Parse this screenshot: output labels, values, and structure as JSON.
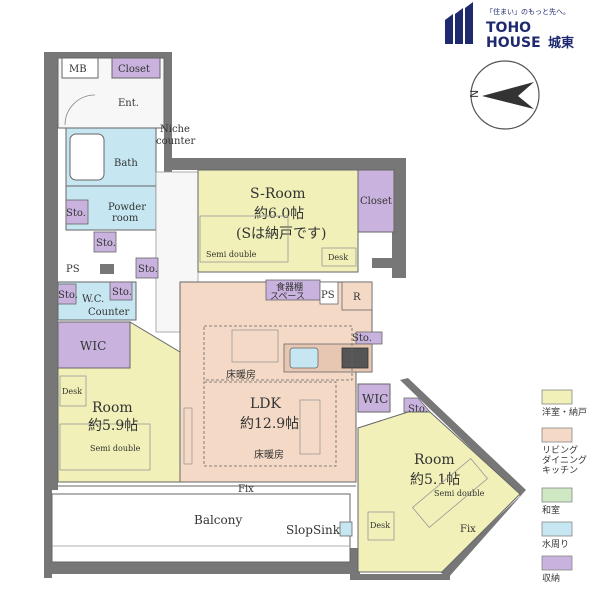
{
  "brand": {
    "tagline": "「住まい」のもっと先へ。",
    "name_line1": "TOHO",
    "name_line2": "HOUSE",
    "branch": "城東",
    "color": "#1f2a6e"
  },
  "compass": {
    "north_label": "N"
  },
  "rooms": {
    "mb": "MB",
    "closet_entry": "Closet",
    "entrance": "Ent.",
    "niche": "Niche",
    "counter": "counter",
    "bath": "Bath",
    "powder_line1": "Powder",
    "powder_line2": "room",
    "sto": "Sto.",
    "ps": "PS",
    "wc": "W.C.",
    "wc_counter": "Counter",
    "wic": "WIC",
    "sroom_title": "S-Room",
    "sroom_size": "約6.0帖",
    "sroom_note": "(Sは納戸です)",
    "semi_double": "Semi double",
    "desk": "Desk",
    "closet": "Closet",
    "pantry_line1": "食器棚",
    "pantry_line2": "スペース",
    "refrigerator": "R",
    "floor_heating": "床暖房",
    "ldk_title": "LDK",
    "ldk_size": "約12.9帖",
    "room_west_title": "Room",
    "room_west_size": "約5.9帖",
    "room_east_title": "Room",
    "room_east_size": "約5.1帖",
    "fix": "Fix",
    "balcony": "Balcony",
    "slop_sink": "SlopSink"
  },
  "legend": [
    {
      "label": "洋室・納戸",
      "color": "#f0f0b8"
    },
    {
      "label": "リビング\nダイニング\nキッチン",
      "color": "#f4d9c6"
    },
    {
      "label": "和室",
      "color": "#cfe8c4"
    },
    {
      "label": "水周り",
      "color": "#c6e7f1"
    },
    {
      "label": "収納",
      "color": "#c9b3de"
    }
  ],
  "colors": {
    "yellow": "#f0f0b8",
    "peach": "#f4d9c6",
    "blue": "#c6e7f1",
    "purple": "#c9b3de",
    "wall": "#777777",
    "plain": "#f5f5f5"
  }
}
